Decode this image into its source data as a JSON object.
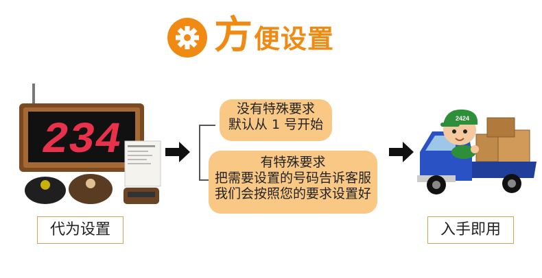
{
  "header": {
    "icon": "gear-icon",
    "title_big": "方",
    "title_rest": "便设置"
  },
  "options": [
    {
      "lines": [
        "没有特殊要求",
        "默认从 1 号开始"
      ]
    },
    {
      "lines": [
        "有特殊要求",
        "把需要设置的号码告诉客服",
        "我们会按照您的要求设置好"
      ]
    }
  ],
  "labels": {
    "left": "代为设置",
    "right": "入手即用"
  },
  "product": {
    "display_number": "234",
    "truck_tag": "2424"
  },
  "colors": {
    "accent": "#f08a12",
    "bubble": "#f8c884",
    "label_border": "#c9a356",
    "display_digits": "#e8314a"
  }
}
